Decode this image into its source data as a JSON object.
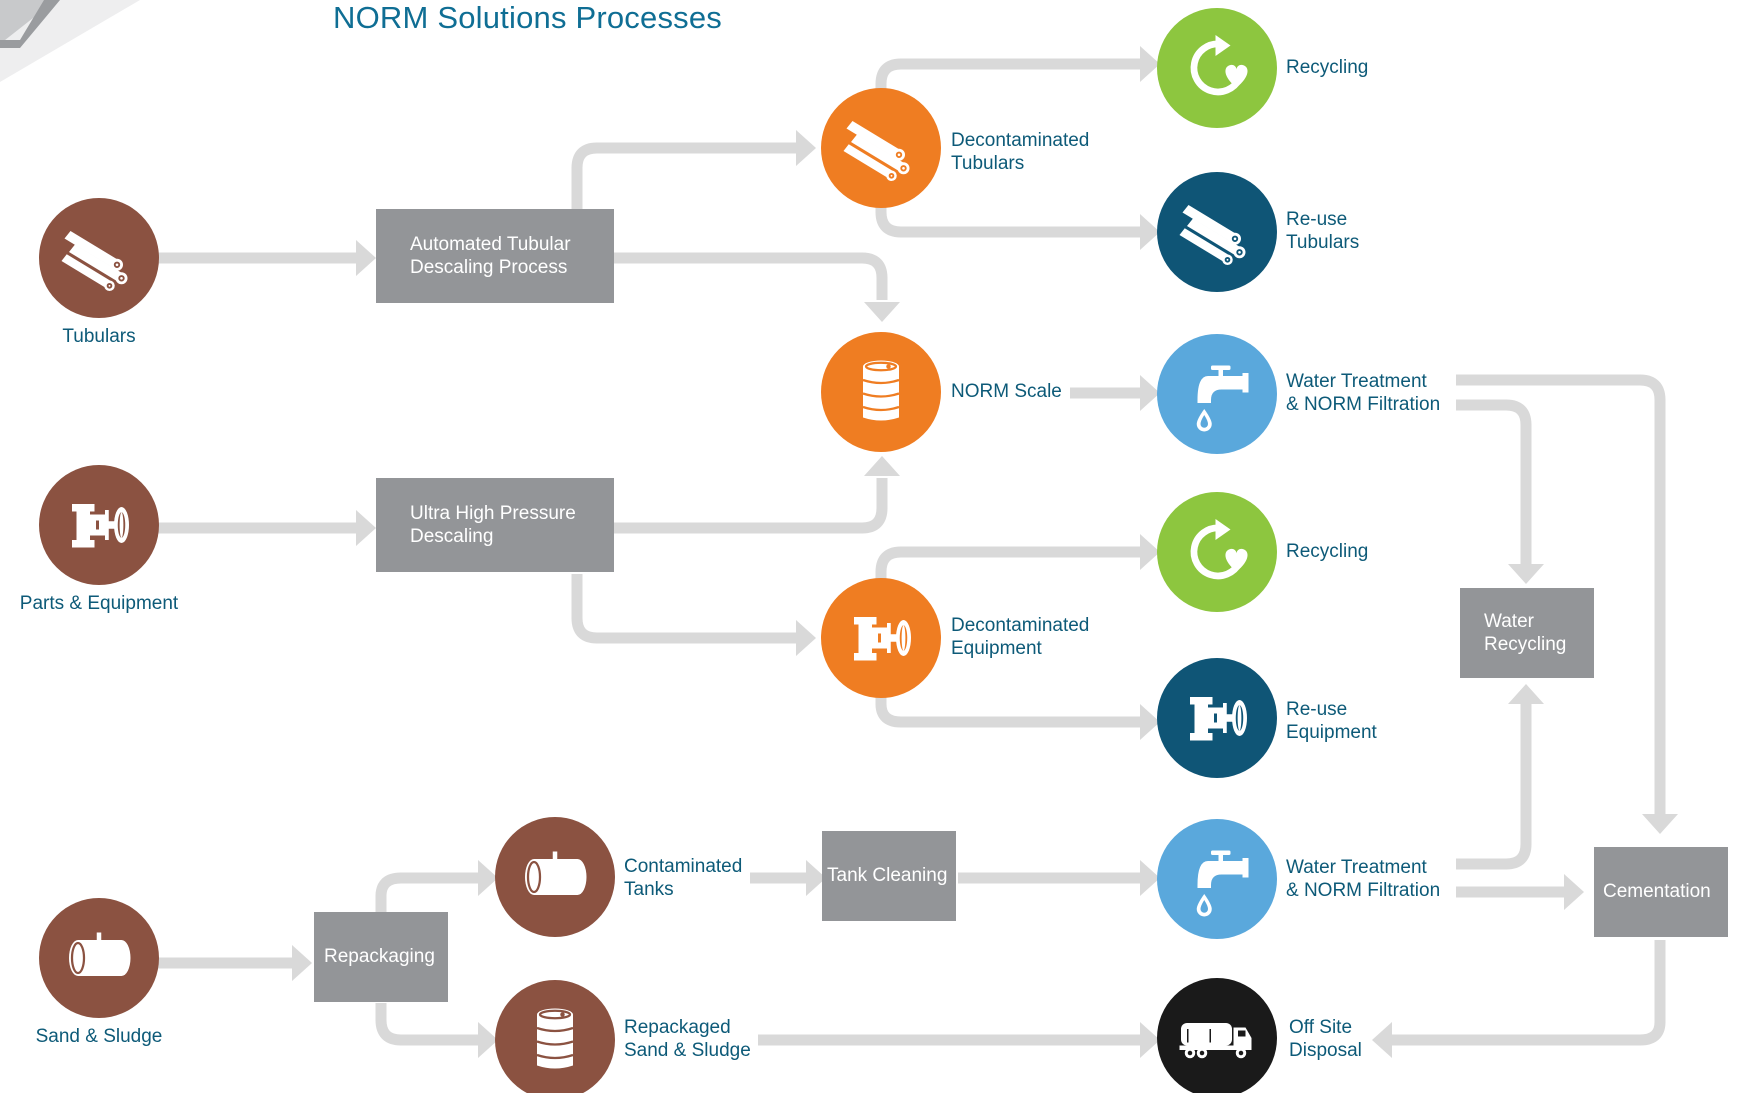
{
  "title": "NORM Solutions Processes",
  "colors": {
    "source": "#8b5241",
    "orange": "#ef7d22",
    "green": "#8dc63f",
    "dark_blue": "#0f5576",
    "light_blue": "#5aa8dc",
    "black": "#1a1a1a",
    "process_box": "#939598",
    "arrow": "#d9d9d9",
    "label_text": "#0d5a78"
  },
  "sources": {
    "tubulars": {
      "label": "Tubulars",
      "icon": "pipes-icon"
    },
    "parts": {
      "label": "Parts & Equipment",
      "icon": "valve-icon"
    },
    "sand": {
      "label": "Sand & Sludge",
      "icon": "tank-icon"
    }
  },
  "processes": {
    "descaling": "Automated Tubular\nDescaling Process",
    "uhp": "Ultra High Pressure\nDescaling",
    "repackaging": "Repackaging",
    "tank_cleaning": "Tank Cleaning",
    "water_recycling": "Water\nRecycling",
    "cementation": "Cementation"
  },
  "outputs": {
    "decon_tubulars": {
      "label": "Decontaminated\nTubulars",
      "icon": "pipes-icon"
    },
    "norm_scale": {
      "label": "NORM Scale",
      "icon": "barrel-icon"
    },
    "decon_equipment": {
      "label": "Decontaminated\nEquipment",
      "icon": "valve-icon"
    },
    "contaminated_tanks": {
      "label": "Contaminated\nTanks",
      "icon": "tank-icon"
    },
    "repackaged_sand": {
      "label": "Repackaged\nSand & Sludge",
      "icon": "barrel-icon"
    },
    "recycling_1": {
      "label": "Recycling",
      "icon": "recycle-heart-icon"
    },
    "reuse_tubulars": {
      "label": "Re-use\nTubulars",
      "icon": "pipes-icon"
    },
    "water_treatment_1": {
      "label": "Water Treatment\n& NORM Filtration",
      "icon": "faucet-icon"
    },
    "recycling_2": {
      "label": "Recycling",
      "icon": "recycle-heart-icon"
    },
    "reuse_equipment": {
      "label": "Re-use\nEquipment",
      "icon": "valve-icon"
    },
    "water_treatment_2": {
      "label": "Water Treatment\n& NORM Filtration",
      "icon": "faucet-icon"
    },
    "off_site": {
      "label": "Off Site\nDisposal",
      "icon": "truck-icon"
    }
  }
}
